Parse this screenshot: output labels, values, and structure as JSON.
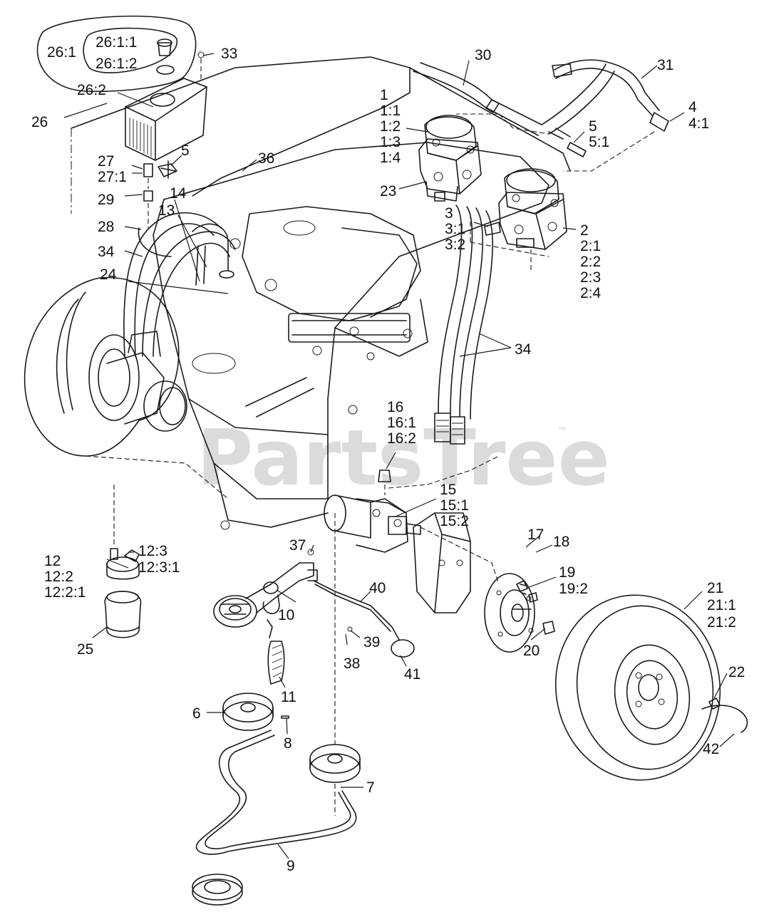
{
  "watermark": {
    "text": "PartsTree",
    "trademark": "™"
  },
  "callouts": [
    {
      "id": "c1",
      "text": "1"
    },
    {
      "id": "c1-1",
      "text": "1:1"
    },
    {
      "id": "c1-2",
      "text": "1:2"
    },
    {
      "id": "c1-3",
      "text": "1:3"
    },
    {
      "id": "c1-4",
      "text": "1:4"
    },
    {
      "id": "c2",
      "text": "2"
    },
    {
      "id": "c2-1",
      "text": "2:1"
    },
    {
      "id": "c2-2",
      "text": "2:2"
    },
    {
      "id": "c2-3",
      "text": "2:3"
    },
    {
      "id": "c2-4",
      "text": "2:4"
    },
    {
      "id": "c3",
      "text": "3"
    },
    {
      "id": "c3-1",
      "text": "3:1"
    },
    {
      "id": "c3-2",
      "text": "3:2"
    },
    {
      "id": "c4",
      "text": "4"
    },
    {
      "id": "c4-1",
      "text": "4:1"
    },
    {
      "id": "c5a",
      "text": "5"
    },
    {
      "id": "c5-1",
      "text": "5:1"
    },
    {
      "id": "c5b",
      "text": "5"
    },
    {
      "id": "c6",
      "text": "6"
    },
    {
      "id": "c7",
      "text": "7"
    },
    {
      "id": "c8",
      "text": "8"
    },
    {
      "id": "c9",
      "text": "9"
    },
    {
      "id": "c10",
      "text": "10"
    },
    {
      "id": "c11",
      "text": "11"
    },
    {
      "id": "c12",
      "text": "12"
    },
    {
      "id": "c12-2",
      "text": "12:2"
    },
    {
      "id": "c12-2-1",
      "text": "12:2:1"
    },
    {
      "id": "c12-3",
      "text": "12:3"
    },
    {
      "id": "c12-3-1",
      "text": "12:3:1"
    },
    {
      "id": "c13",
      "text": "13"
    },
    {
      "id": "c14",
      "text": "14"
    },
    {
      "id": "c15",
      "text": "15"
    },
    {
      "id": "c15-1",
      "text": "15:1"
    },
    {
      "id": "c15-2",
      "text": "15:2"
    },
    {
      "id": "c16",
      "text": "16"
    },
    {
      "id": "c16-1",
      "text": "16:1"
    },
    {
      "id": "c16-2",
      "text": "16:2"
    },
    {
      "id": "c17",
      "text": "17"
    },
    {
      "id": "c18",
      "text": "18"
    },
    {
      "id": "c19",
      "text": "19"
    },
    {
      "id": "c19-2",
      "text": "19:2"
    },
    {
      "id": "c20",
      "text": "20"
    },
    {
      "id": "c21",
      "text": "21"
    },
    {
      "id": "c21-1",
      "text": "21:1"
    },
    {
      "id": "c21-2",
      "text": "21:2"
    },
    {
      "id": "c22",
      "text": "22"
    },
    {
      "id": "c23",
      "text": "23"
    },
    {
      "id": "c24",
      "text": "24"
    },
    {
      "id": "c25",
      "text": "25"
    },
    {
      "id": "c26",
      "text": "26"
    },
    {
      "id": "c26-1",
      "text": "26:1"
    },
    {
      "id": "c26-1-1",
      "text": "26:1:1"
    },
    {
      "id": "c26-1-2",
      "text": "26:1:2"
    },
    {
      "id": "c26-2",
      "text": "26:2"
    },
    {
      "id": "c27",
      "text": "27"
    },
    {
      "id": "c27-1",
      "text": "27:1"
    },
    {
      "id": "c28",
      "text": "28"
    },
    {
      "id": "c29",
      "text": "29"
    },
    {
      "id": "c30",
      "text": "30"
    },
    {
      "id": "c31",
      "text": "31"
    },
    {
      "id": "c33",
      "text": "33"
    },
    {
      "id": "c34a",
      "text": "34"
    },
    {
      "id": "c34b",
      "text": "34"
    },
    {
      "id": "c36",
      "text": "36"
    },
    {
      "id": "c37",
      "text": "37"
    },
    {
      "id": "c38",
      "text": "38"
    },
    {
      "id": "c39",
      "text": "39"
    },
    {
      "id": "c40",
      "text": "40"
    },
    {
      "id": "c41",
      "text": "41"
    },
    {
      "id": "c42",
      "text": "42"
    }
  ]
}
